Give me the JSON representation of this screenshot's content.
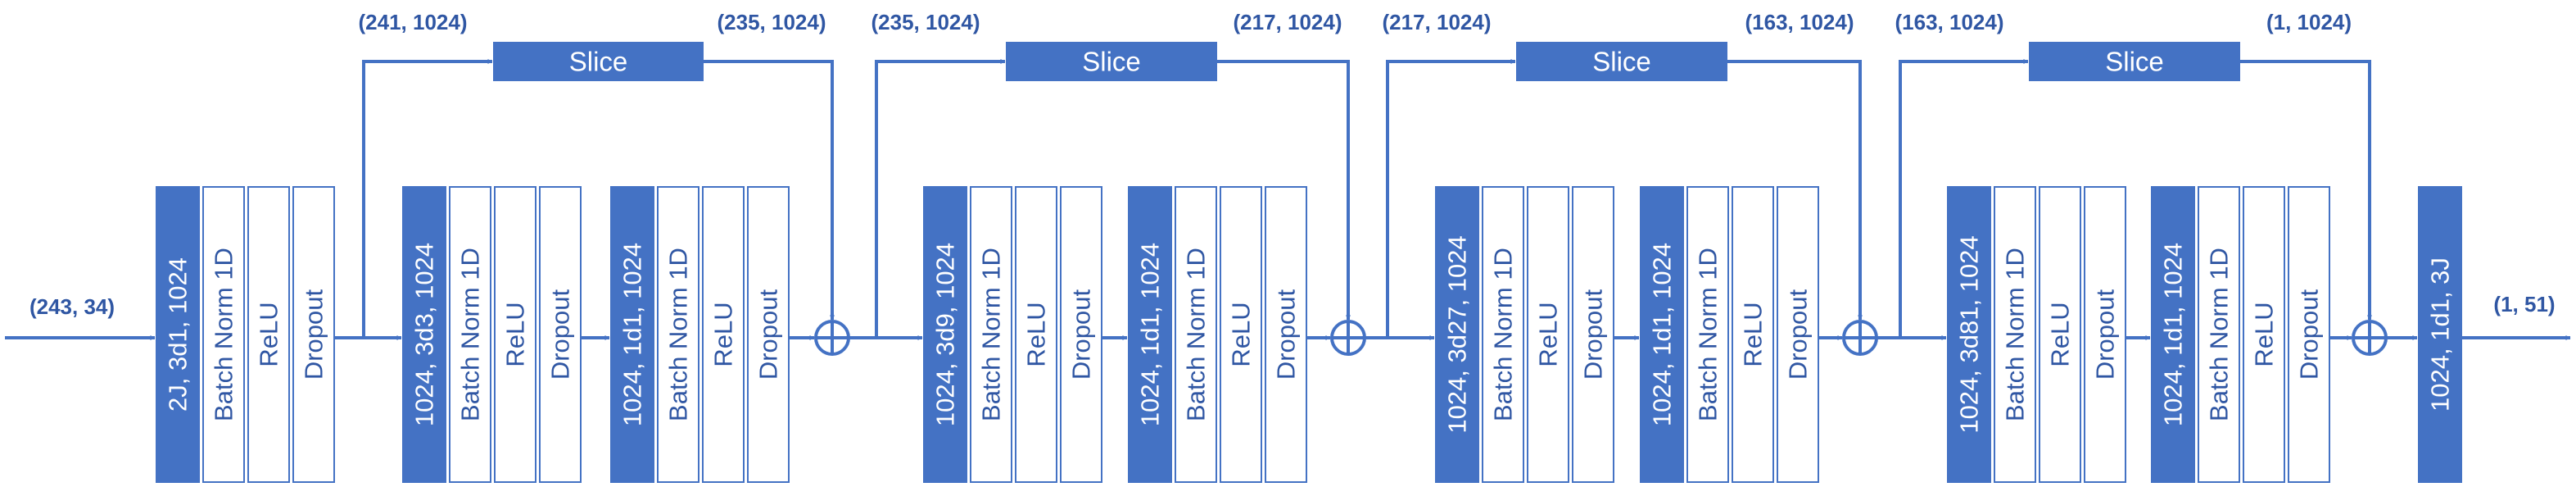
{
  "colors": {
    "accent": "#4472c4",
    "text": "#2f56a3",
    "line": "#4472c4",
    "background": "#ffffff"
  },
  "input": {
    "shape": "(243, 34)"
  },
  "output": {
    "shape": "(1, 51)"
  },
  "first_block": [
    "2J, 3d1, 1024",
    "Batch Norm 1D",
    "ReLU",
    "Dropout"
  ],
  "stages": [
    {
      "slice_label": "Slice",
      "in_shape": "(241, 1024)",
      "out_shape": "(235, 1024)",
      "blocks": [
        [
          "1024, 3d3, 1024",
          "Batch Norm 1D",
          "ReLU",
          "Dropout"
        ],
        [
          "1024, 1d1, 1024",
          "Batch Norm 1D",
          "ReLU",
          "Dropout"
        ]
      ]
    },
    {
      "slice_label": "Slice",
      "in_shape": "(235, 1024)",
      "out_shape": "(217, 1024)",
      "blocks": [
        [
          "1024, 3d9, 1024",
          "Batch Norm 1D",
          "ReLU",
          "Dropout"
        ],
        [
          "1024, 1d1, 1024",
          "Batch Norm 1D",
          "ReLU",
          "Dropout"
        ]
      ]
    },
    {
      "slice_label": "Slice",
      "in_shape": "(217, 1024)",
      "out_shape": "(163, 1024)",
      "blocks": [
        [
          "1024, 3d27, 1024",
          "Batch Norm 1D",
          "ReLU",
          "Dropout"
        ],
        [
          "1024, 1d1, 1024",
          "Batch Norm 1D",
          "ReLU",
          "Dropout"
        ]
      ]
    },
    {
      "slice_label": "Slice",
      "in_shape": "(163, 1024)",
      "out_shape": "(1, 1024)",
      "blocks": [
        [
          "1024, 3d81, 1024",
          "Batch Norm 1D",
          "ReLU",
          "Dropout"
        ],
        [
          "1024, 1d1, 1024",
          "Batch Norm 1D",
          "ReLU",
          "Dropout"
        ]
      ]
    }
  ],
  "final_block": [
    "1024, 1d1, 3J"
  ]
}
